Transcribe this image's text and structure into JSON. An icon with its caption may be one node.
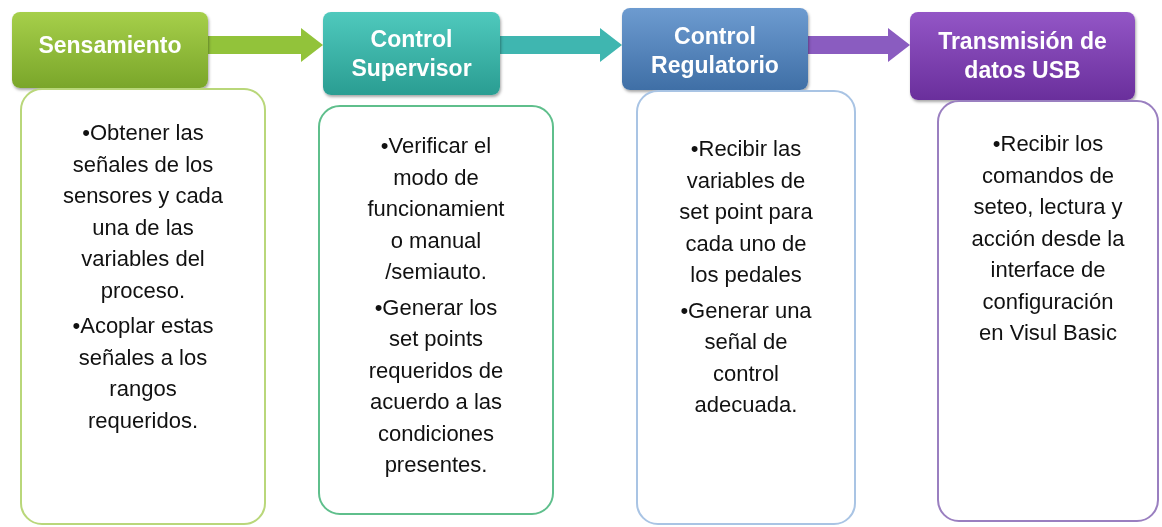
{
  "diagram": {
    "nodes": [
      {
        "text": [
          "Sensamiento"
        ]
      },
      {
        "text": [
          "•Obtener las señales de los sensores y cada una de las variables del proceso.",
          "•Acoplar estas señales a los rangos requeridos."
        ]
      },
      {
        "text": [
          "Control Supervisor"
        ]
      },
      {
        "text": [
          "•Verificar el modo de funcionamiento manual /semiauto.",
          "•Generar los set points requeridos de acuerdo a las condiciones presentes."
        ]
      },
      {
        "text": [
          "Control Regulatorio"
        ]
      },
      {
        "text": [
          "•Recibir las variables de set point para cada uno de los pedales",
          "•Generar una señal de control adecuada."
        ]
      },
      {
        "text": [
          "Transmisión de datos USB"
        ]
      },
      {
        "text": [
          "•Recibir los comandos de seteo, lectura y acción desde la interface de configuración en Visul Basic"
        ]
      }
    ],
    "edges": [
      {
        "from": 0,
        "to": 2,
        "arrow": "to",
        "color": "#92c33a"
      },
      {
        "from": 2,
        "to": 4,
        "arrow": "to",
        "color": "#3fb6b0"
      },
      {
        "from": 4,
        "to": 6,
        "arrow": "to",
        "color": "#8a5cc0"
      }
    ]
  }
}
